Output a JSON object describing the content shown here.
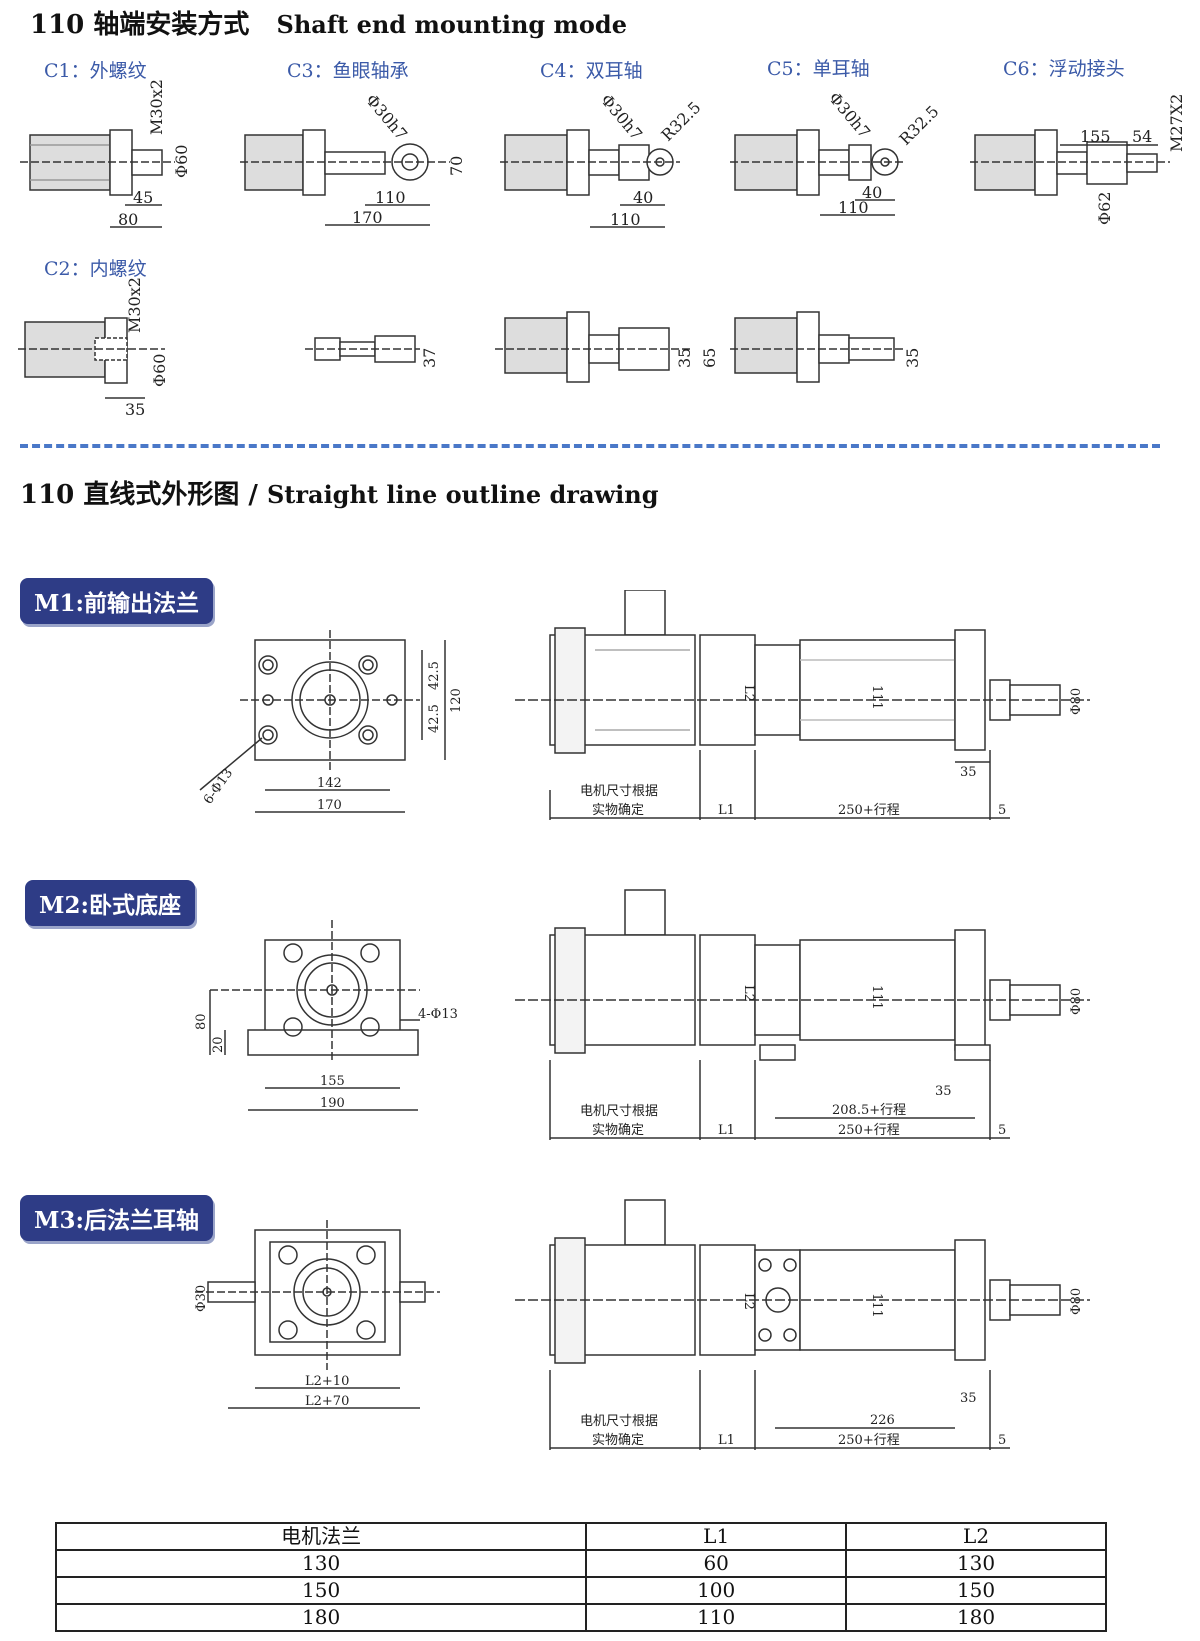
{
  "shaft_section": {
    "title_cn": "110 轴端安装方式",
    "title_en": "Shaft end mounting mode",
    "c1": {
      "label": "C1：外螺纹",
      "dims": [
        "M30x2",
        "Φ60",
        "45",
        "80"
      ]
    },
    "c3": {
      "label": "C3：鱼眼轴承",
      "dims": [
        "Φ30h7",
        "70",
        "110",
        "170"
      ]
    },
    "c4": {
      "label": "C4：双耳轴",
      "dims": [
        "Φ30h7",
        "R32.5",
        "40",
        "110"
      ]
    },
    "c5": {
      "label": "C5：单耳轴",
      "dims": [
        "Φ30h7",
        "R32.5",
        "40",
        "110"
      ]
    },
    "c6": {
      "label": "C6：浮动接头",
      "dims": [
        "155",
        "54",
        "M27X2",
        "Φ62"
      ]
    },
    "c2": {
      "label": "C2：内螺纹",
      "dims": [
        "M30x2",
        "Φ60",
        "35"
      ]
    },
    "row2_dims": [
      "37",
      "35",
      "65",
      "35"
    ]
  },
  "outline_section": {
    "title_cn": "110 直线式外形图",
    "sep": "/",
    "title_en": "Straight line outline drawing"
  },
  "m1": {
    "badge": "M1:前输出法兰",
    "front": [
      "42.5",
      "42.5",
      "120",
      "6-Φ13",
      "142",
      "170"
    ],
    "side": [
      "L2",
      "111",
      "Φ80",
      "35",
      "电机尺寸根据",
      "实物确定",
      "L1",
      "250+行程",
      "5"
    ]
  },
  "m2": {
    "badge": "M2:卧式底座",
    "front": [
      "80",
      "20",
      "4-Φ13",
      "155",
      "190"
    ],
    "side": [
      "L2",
      "111",
      "Φ80",
      "35",
      "208.5+行程",
      "电机尺寸根据",
      "实物确定",
      "L1",
      "250+行程",
      "5"
    ]
  },
  "m3": {
    "badge": "M3:后法兰耳轴",
    "front": [
      "Φ30",
      "L2+10",
      "L2+70"
    ],
    "side": [
      "L2",
      "111",
      "Φ80",
      "35",
      "226",
      "电机尺寸根据",
      "实物确定",
      "L1",
      "250+行程",
      "5"
    ]
  },
  "spec_table": {
    "headers": [
      "电机法兰",
      "L1",
      "L2"
    ],
    "rows": [
      [
        "130",
        "60",
        "130"
      ],
      [
        "150",
        "100",
        "150"
      ],
      [
        "180",
        "110",
        "180"
      ]
    ]
  },
  "colors": {
    "accent": "#2e3c86",
    "dash": "#4a78c8",
    "label_blue": "#3b5aa8"
  }
}
